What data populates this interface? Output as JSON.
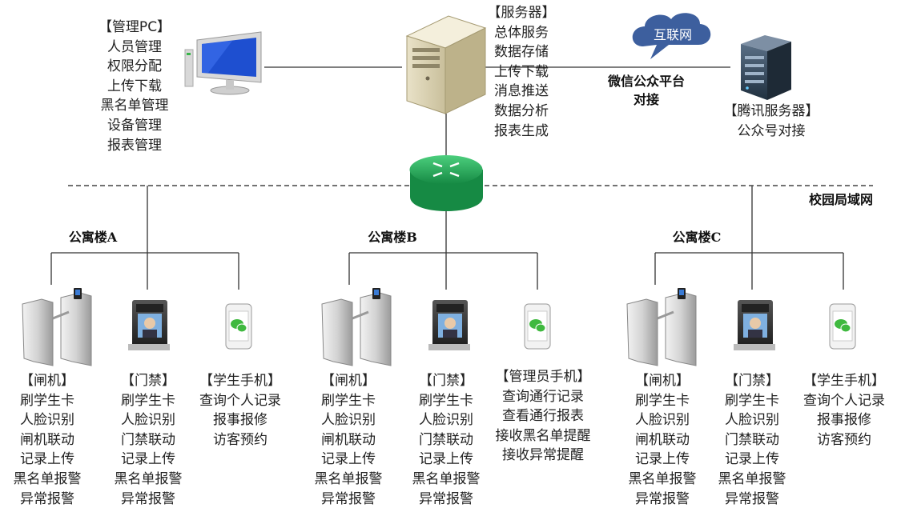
{
  "management_pc": {
    "lines": [
      "【管理PC】",
      "人员管理",
      "权限分配",
      "上传下载",
      "黑名单管理",
      "设备管理",
      "报表管理"
    ]
  },
  "server": {
    "lines": [
      "【服务器】",
      "总体服务",
      "数据存储",
      "上传下载",
      "消息推送",
      "数据分析",
      "报表生成"
    ]
  },
  "internet": {
    "label": "互联网"
  },
  "wechat_link": {
    "lines": [
      "微信公众平台",
      "对接"
    ]
  },
  "tencent_server": {
    "lines": [
      "【腾讯服务器】",
      "公众号对接"
    ]
  },
  "lan_label": "校园局域网",
  "buildings": [
    {
      "name": "公寓楼A",
      "devices": [
        {
          "icon": "turnstile-icon",
          "lines": [
            "【闸机】",
            "刷学生卡",
            "人脸识别",
            "闸机联动",
            "记录上传",
            "黑名单报警",
            "异常报警"
          ]
        },
        {
          "icon": "access-control-icon",
          "lines": [
            "【门禁】",
            "刷学生卡",
            "人脸识别",
            "门禁联动",
            "记录上传",
            "黑名单报警",
            "异常报警"
          ]
        },
        {
          "icon": "phone-icon",
          "lines": [
            "【学生手机】",
            "查询个人记录",
            "报事报修",
            "访客预约"
          ]
        }
      ]
    },
    {
      "name": "公寓楼B",
      "devices": [
        {
          "icon": "turnstile-icon",
          "lines": [
            "【闸机】",
            "刷学生卡",
            "人脸识别",
            "闸机联动",
            "记录上传",
            "黑名单报警",
            "异常报警"
          ]
        },
        {
          "icon": "access-control-icon",
          "lines": [
            "【门禁】",
            "刷学生卡",
            "人脸识别",
            "门禁联动",
            "记录上传",
            "黑名单报警",
            "异常报警"
          ]
        },
        {
          "icon": "phone-icon",
          "lines": [
            "【管理员手机】",
            "查询通行记录",
            "查看通行报表",
            "接收黑名单提醒",
            "接收异常提醒"
          ]
        }
      ]
    },
    {
      "name": "公寓楼C",
      "devices": [
        {
          "icon": "turnstile-icon",
          "lines": [
            "【闸机】",
            "刷学生卡",
            "人脸识别",
            "闸机联动",
            "记录上传",
            "黑名单报警",
            "异常报警"
          ]
        },
        {
          "icon": "access-control-icon",
          "lines": [
            "【门禁】",
            "刷学生卡",
            "人脸识别",
            "门禁联动",
            "记录上传",
            "黑名单报警",
            "异常报警"
          ]
        },
        {
          "icon": "phone-icon",
          "lines": [
            "【学生手机】",
            "查询个人记录",
            "报事报修",
            "访客预约"
          ]
        }
      ]
    }
  ],
  "colors": {
    "line": "#333333",
    "router": "#1f9e55",
    "cloud": "#3d5f9e",
    "pc_screen": "#1e4fd0"
  }
}
